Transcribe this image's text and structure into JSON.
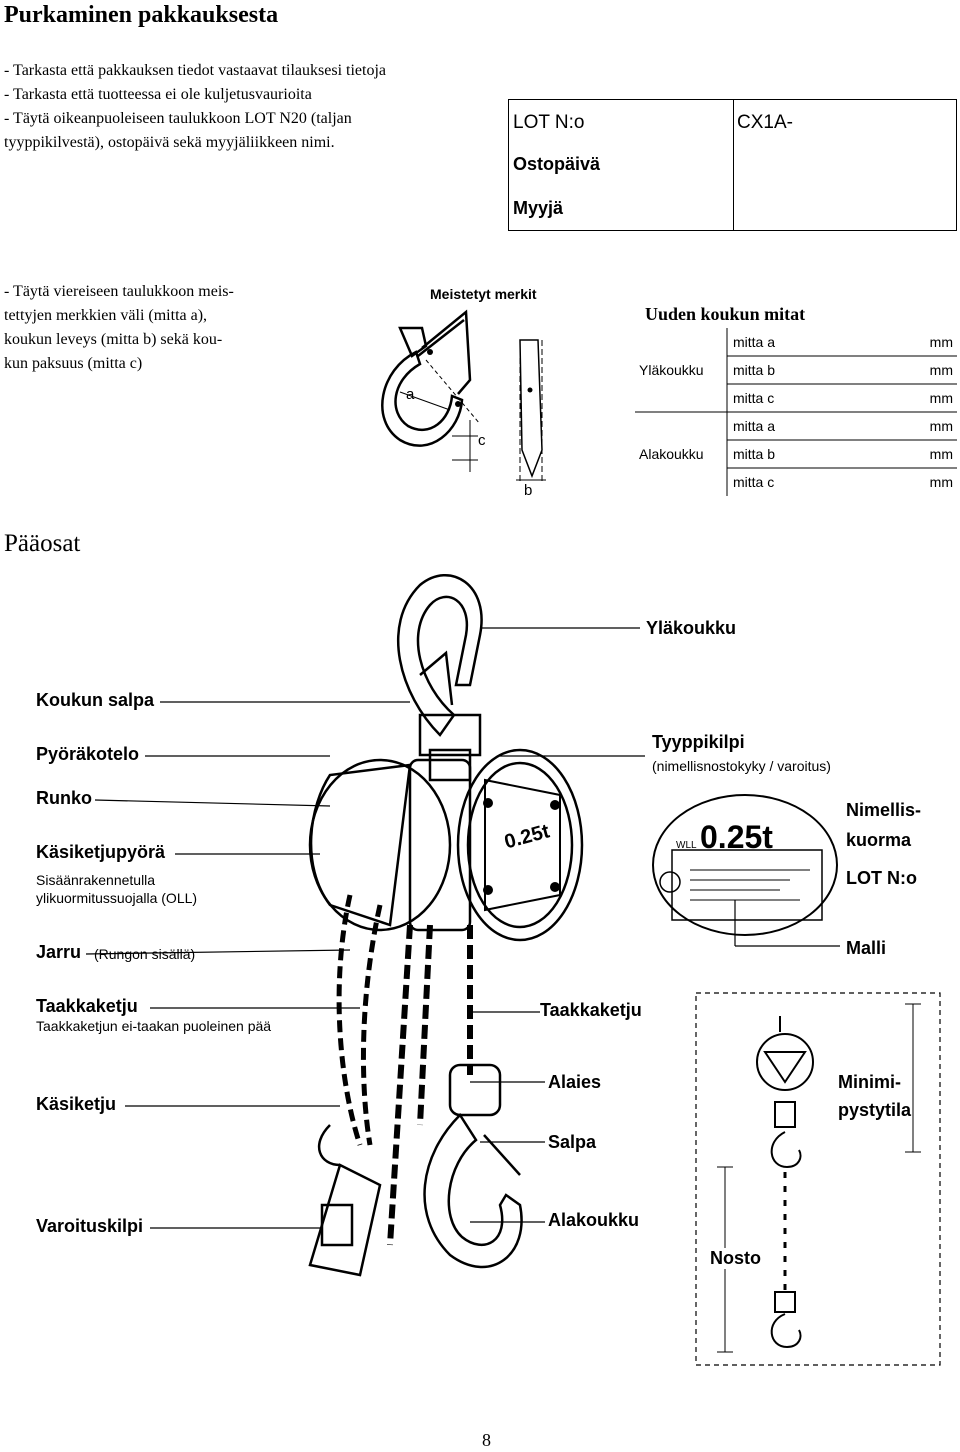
{
  "unpacking": {
    "title": "Purkaminen pakkauksesta",
    "lines": [
      "- Tarkasta että pakkauksen tiedot vastaavat tilauksesi tietoja",
      "- Tarkasta että tuotteessa ei ole kuljetusvaurioita",
      "- Täytä oikeanpuoleiseen taulukkoon LOT N20 (taljan",
      "tyyppikilvestä), ostopäivä sekä myyjäliikkeen nimi."
    ]
  },
  "lot_table": {
    "lot_label": "LOT N:o",
    "lot_value": "CX1A-",
    "date_label": "Ostopäivä",
    "seller_label": "Myyjä"
  },
  "measure": {
    "lines": [
      "- Täytä viereiseen taulukkoon meis-",
      "tettyjen merkkien väli (mitta a),",
      "koukun leveys (mitta b) sekä kou-",
      "kun paksuus (mitta c)"
    ],
    "diagram_title": "Meistetyt merkit",
    "label_a": "a",
    "label_b": "b",
    "label_c": "c"
  },
  "dims_table": {
    "title": "Uuden koukun mitat",
    "groups": [
      {
        "name": "Yläkoukku",
        "rows": [
          "mitta a",
          "mitta b",
          "mitta c"
        ]
      },
      {
        "name": "Alakoukku",
        "rows": [
          "mitta a",
          "mitta b",
          "mitta c"
        ]
      }
    ],
    "unit": "mm"
  },
  "main_parts": {
    "title": "Pääosat",
    "labels_left": [
      "Koukun salpa",
      "Pyöräkotelo",
      "Runko",
      "Käsiketjupyörä"
    ],
    "oll_note": [
      "Sisäänrakennetulla",
      "ylikuormitussuojalla (OLL)"
    ],
    "brake": "Jarru",
    "brake_note": "(Rungon sisällä)",
    "load_chain": "Taakkaketju",
    "load_chain_note": "Taakkaketjun ei-taakan puoleinen pää",
    "hand_chain": "Käsiketju",
    "warning_tag": "Varoituskilpi",
    "labels_right": {
      "top_hook": "Yläkoukku",
      "type_plate": "Tyyppikilpi",
      "type_plate_note": "(nimellisnostokyky / varoitus)",
      "rated_load": [
        "Nimellis-",
        "kuorma"
      ],
      "lot": "LOT N:o",
      "model": "Malli",
      "load_chain": "Taakkaketju",
      "bottom_block": "Alaies",
      "latch": "Salpa",
      "bottom_hook": "Alakoukku",
      "min_headroom": [
        "Minimi-",
        "pystytila"
      ],
      "lift": "Nosto"
    },
    "plate_capacity": "0.25t",
    "plate_wll": "WLL",
    "body_capacity": "0.25t"
  },
  "page_number": "8"
}
